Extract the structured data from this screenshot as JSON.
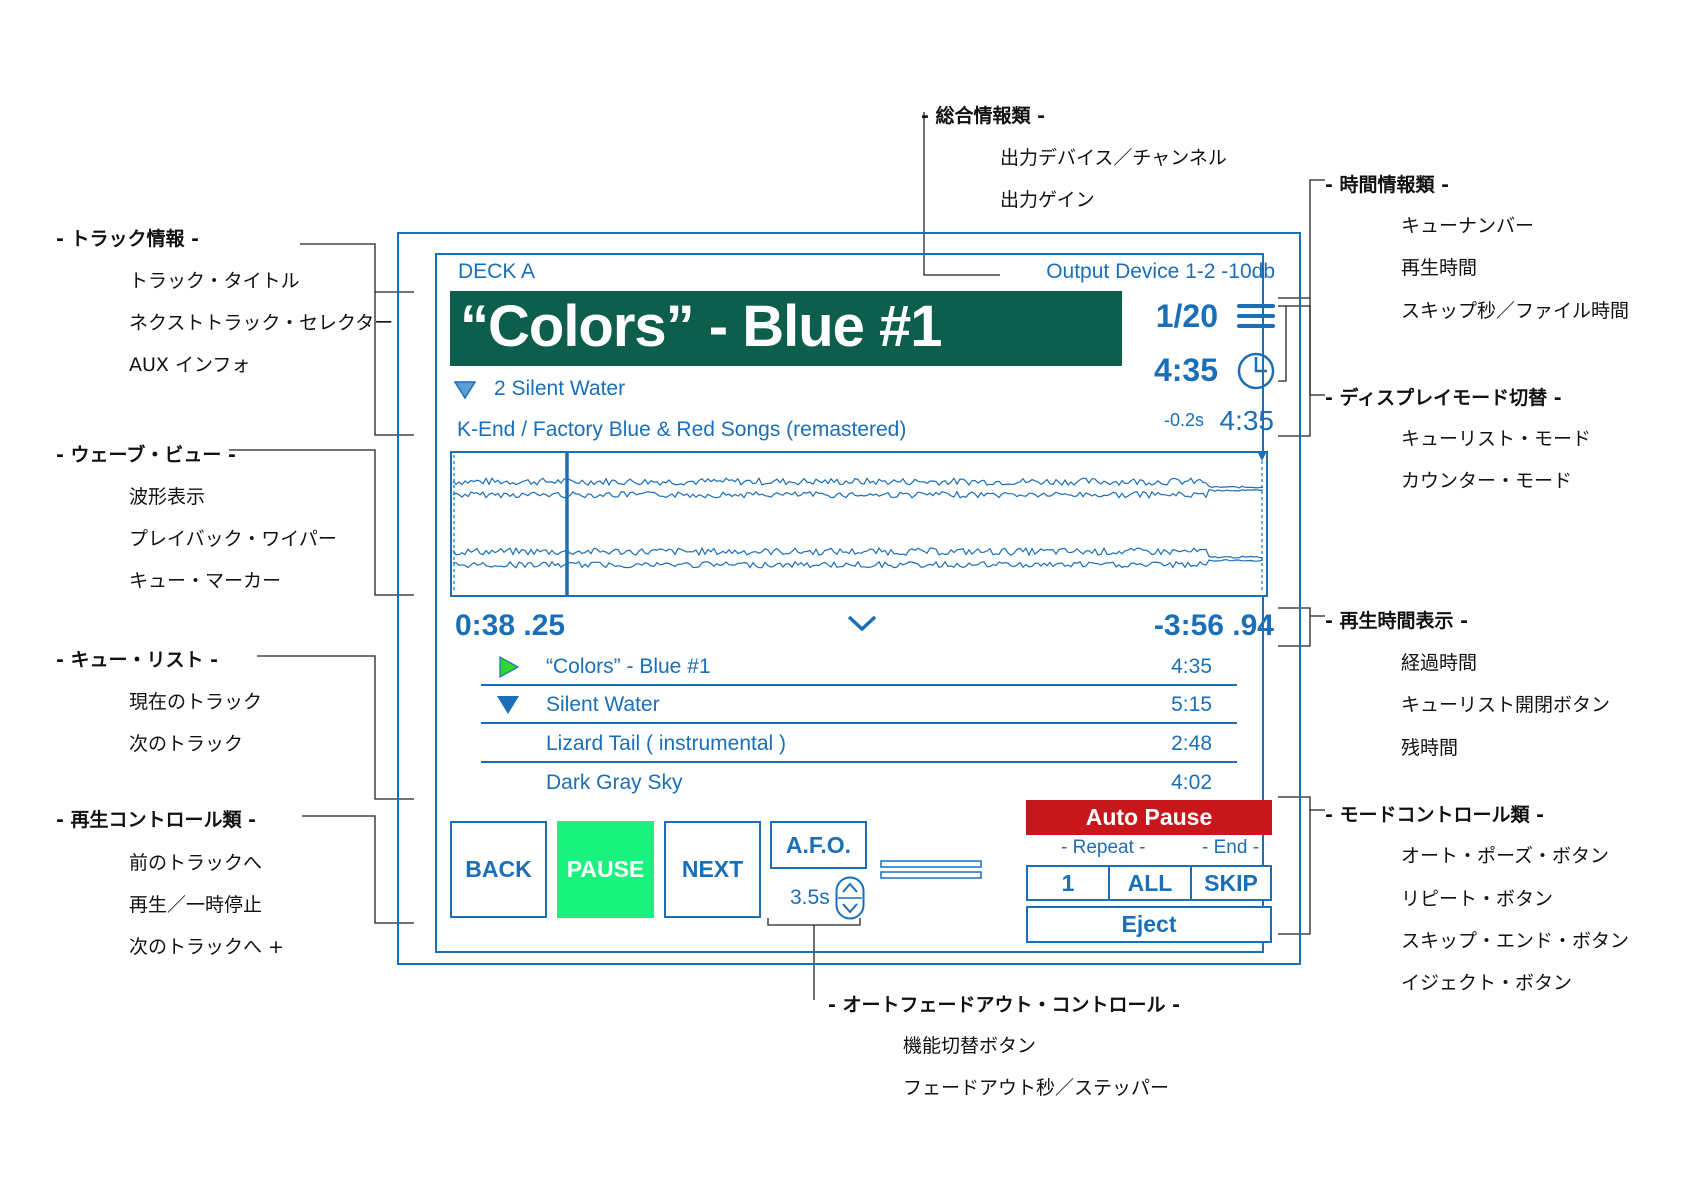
{
  "annotations": {
    "track_info": {
      "title": "- トラック情報 -",
      "items": [
        "トラック・タイトル",
        "ネクストトラック・セレクター",
        "AUX インフォ"
      ]
    },
    "wave_view": {
      "title": "- ウェーブ・ビュー -",
      "items": [
        "波形表示",
        "プレイバック・ワイパー",
        "キュー・マーカー"
      ]
    },
    "cue_list": {
      "title": "- キュー・リスト -",
      "items": [
        "現在のトラック",
        "次のトラック"
      ]
    },
    "playback_controls": {
      "title": "- 再生コントロール類 -",
      "items": [
        "前のトラックへ",
        "再生／一時停止",
        "次のトラックへ +"
      ]
    },
    "general_info": {
      "title": "- 総合情報類 -",
      "items": [
        "出力デバイス／チャンネル",
        "出力ゲイン"
      ]
    },
    "time_info": {
      "title": "- 時間情報類 -",
      "items": [
        "キューナンバー",
        "再生時間",
        "スキップ秒／ファイル時間"
      ]
    },
    "display_mode": {
      "title": "- ディスプレイモード切替 -",
      "items": [
        "キューリスト・モード",
        "カウンター・モード"
      ]
    },
    "play_time_display": {
      "title": "- 再生時間表示 -",
      "items": [
        "経過時間",
        "キューリスト開閉ボタン",
        "残時間"
      ]
    },
    "mode_controls": {
      "title": "- モードコントロール類 -",
      "items": [
        "オート・ポーズ・ボタン",
        "リピート・ボタン",
        "スキップ・エンド・ボタン",
        "イジェクト・ボタン"
      ]
    },
    "auto_fade_out": {
      "title": "- オートフェードアウト・コントロール -",
      "items": [
        "機能切替ボタン",
        "フェードアウト秒／ステッパー"
      ]
    }
  },
  "deck": {
    "name": "DECK A",
    "output": "Output Device 1-2 -10db",
    "title": "“Colors” - Blue #1",
    "cue_number": "1/20",
    "duration": "4:35",
    "next_track": "2 Silent Water",
    "aux_info": "K-End / Factory Blue & Red Songs (remastered)",
    "skip_seconds": "-0.2s",
    "file_time": "4:35",
    "elapsed": "0:38 .25",
    "remaining": "-3:56 .94",
    "cue_list": [
      {
        "title": "“Colors” - Blue #1",
        "time": "4:35",
        "marker": "play"
      },
      {
        "title": "Silent Water",
        "time": "5:15",
        "marker": "next"
      },
      {
        "title": "Lizard Tail ( instrumental )",
        "time": "2:48",
        "marker": "none"
      },
      {
        "title": "Dark Gray Sky",
        "time": "4:02",
        "marker": "none"
      }
    ],
    "buttons": {
      "back": "BACK",
      "pause": "PAUSE",
      "next": "NEXT",
      "afo": "A.F.O.",
      "afo_seconds": "3.5s"
    },
    "mode": {
      "auto_pause": "Auto Pause",
      "repeat_label": "- Repeat -",
      "end_label": "- End -",
      "repeat_one": "1",
      "repeat_all": "ALL",
      "skip": "SKIP",
      "eject": "Eject"
    }
  },
  "colors": {
    "accent": "#1a6fb8",
    "title_bg": "#0e5e4e",
    "pause_bg": "#19f27c",
    "auto_pause_bg": "#c8161d",
    "play_marker": "#2ed82e"
  }
}
